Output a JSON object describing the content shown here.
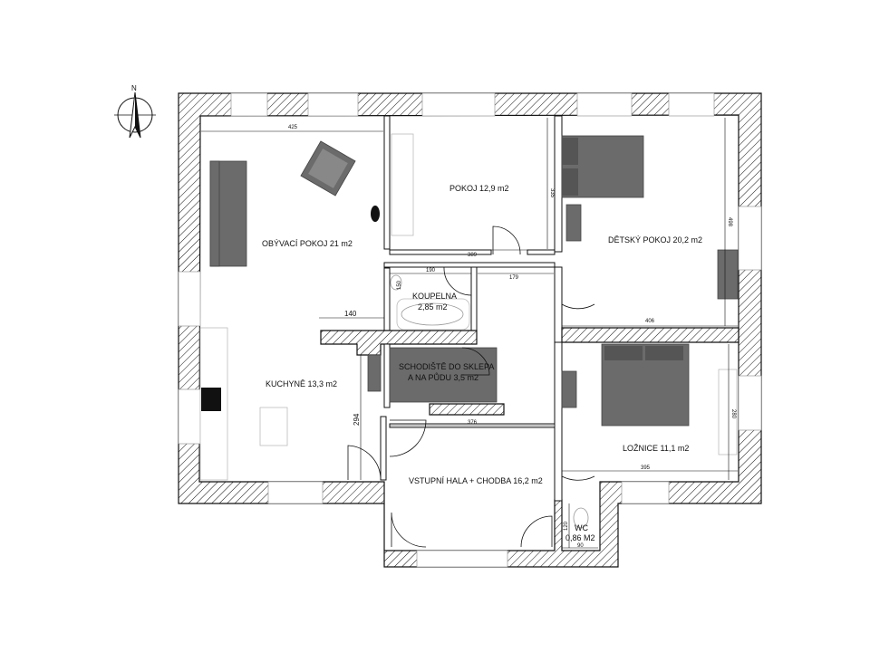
{
  "compass": {
    "label": "N",
    "icon": "north-arrow-icon"
  },
  "rooms": {
    "living": "OBÝVACÍ POKOJ 21 m2",
    "room": "POKOJ 12,9 m2",
    "kids": "DĚTSKÝ POKOJ 20,2 m2",
    "bath_line1": "KOUPELNA",
    "bath_line2": "2,85 m2",
    "stairs_line1": "SCHODIŠTĚ DO SKLEPA",
    "stairs_line2": "A NA PŮDU 3,5 m2",
    "kitchen": "KUCHYNĚ 13,3 m2",
    "bedroom": "LOŽNICE 11,1 m2",
    "hall": "VSTUPNÍ HALA + CHODBA 16,2 m2",
    "wc_line1": "WC",
    "wc_line2": "0,86 M2"
  },
  "dimensions": {
    "living_width": "425",
    "room_width": "389",
    "room_height": "335",
    "kids_height": "498",
    "kids_width": "406",
    "bath_width": "190",
    "bath_height": "150",
    "corridor_width": "179",
    "kitchen_partition": "140",
    "kitchen_height": "294",
    "hall_width": "376",
    "bedroom_height": "280",
    "bedroom_width": "395",
    "wc_height": "120",
    "wc_width": "90"
  },
  "colors": {
    "furniture": "#6b6b6b",
    "wall_hatch": "#111111"
  }
}
